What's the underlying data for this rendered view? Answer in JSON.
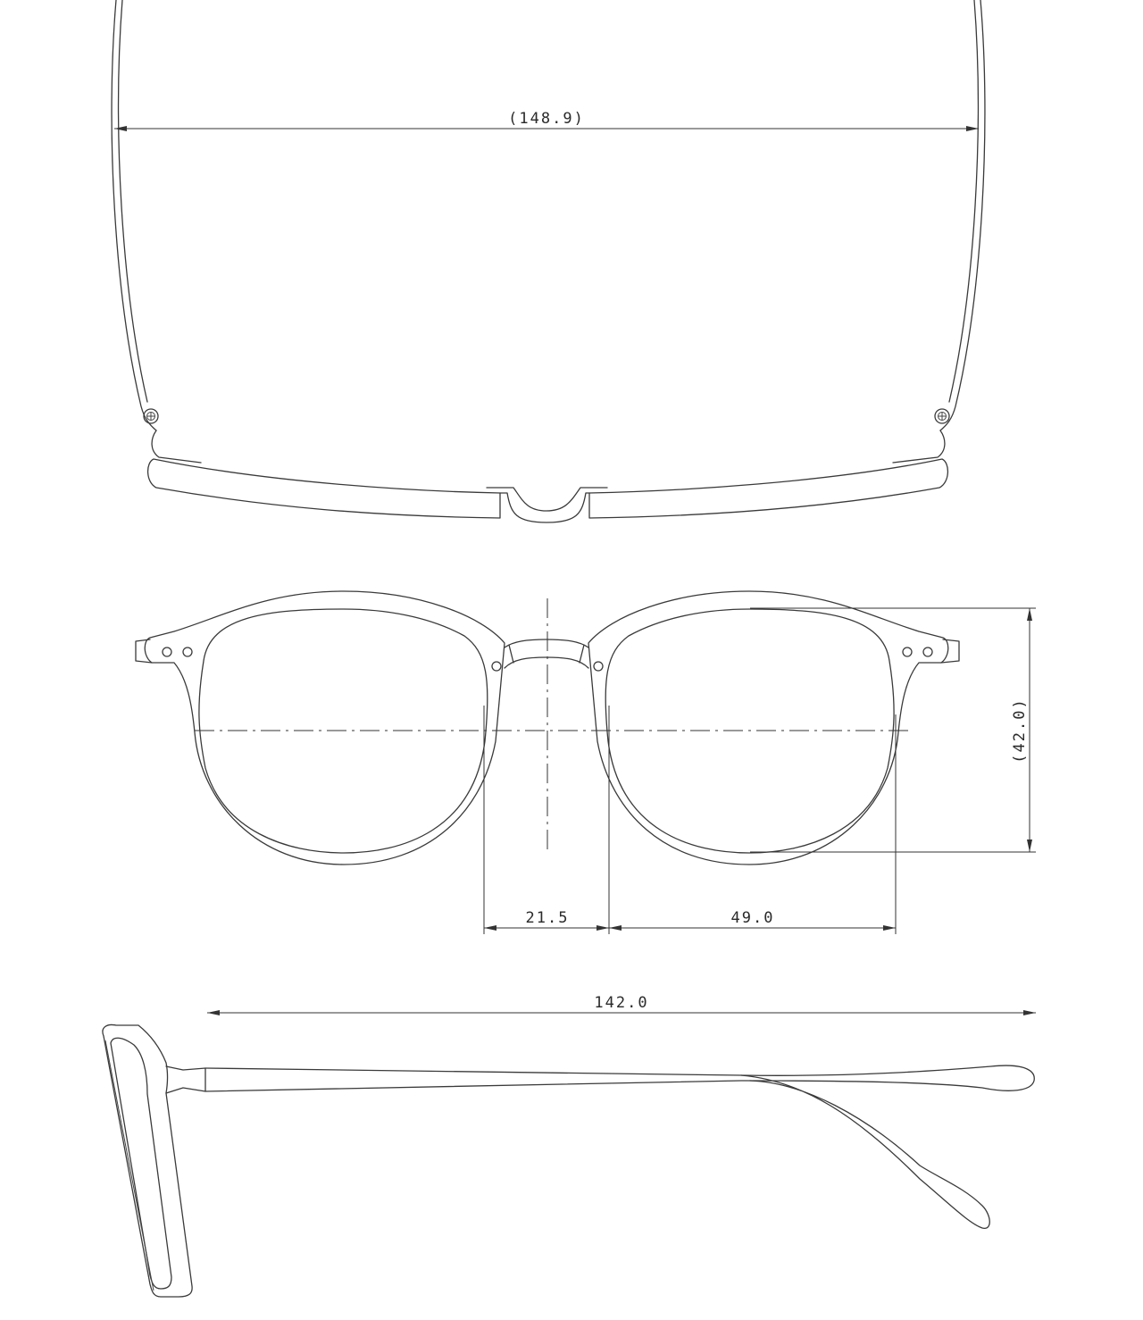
{
  "dimensions": {
    "overall_width": "(148.9)",
    "lens_height": "(42.0)",
    "bridge_width": "21.5",
    "lens_width": "49.0",
    "temple_length": "142.0"
  },
  "colors": {
    "line": "#3a3a3a",
    "background": "#ffffff"
  }
}
